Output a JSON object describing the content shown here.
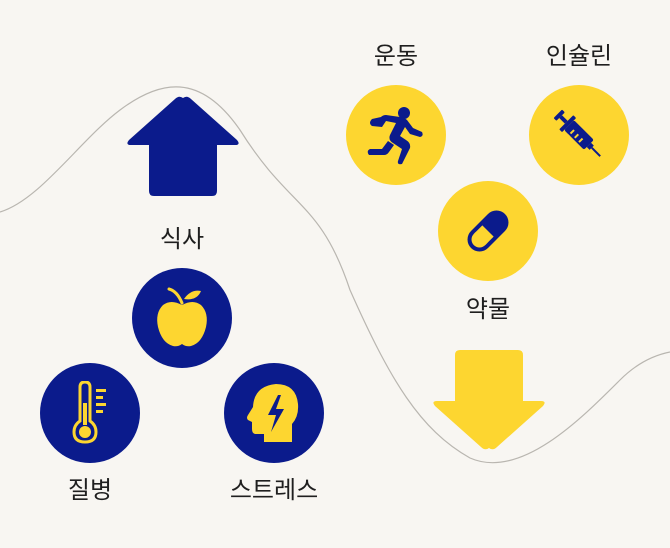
{
  "colors": {
    "navy": "#0b1b8c",
    "yellow": "#fdd630",
    "background": "#f8f6f2",
    "curve": "#b9b6b0"
  },
  "left_group": {
    "arrow": "up-arrow-icon",
    "items": [
      {
        "label": "식사",
        "icon": "apple-icon"
      },
      {
        "label": "질병",
        "icon": "thermometer-icon"
      },
      {
        "label": "스트레스",
        "icon": "stressed-head-icon"
      }
    ]
  },
  "right_group": {
    "arrow": "down-arrow-icon",
    "items": [
      {
        "label": "운동",
        "icon": "running-person-icon"
      },
      {
        "label": "인슐린",
        "icon": "syringe-icon"
      },
      {
        "label": "약물",
        "icon": "pill-icon"
      }
    ]
  }
}
